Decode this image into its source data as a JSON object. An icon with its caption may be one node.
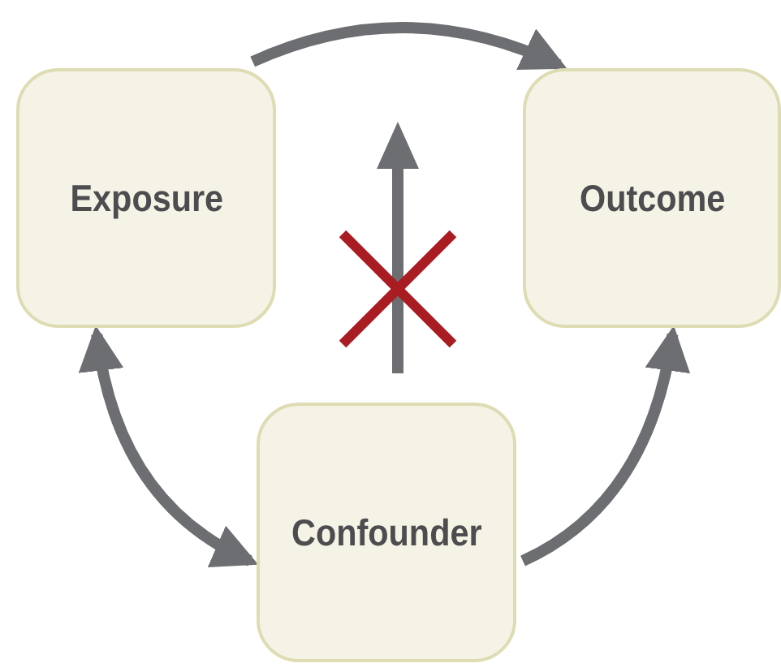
{
  "diagram": {
    "nodes": [
      {
        "text": [
          "Exposure"
        ]
      },
      {
        "text": [
          "Outcome"
        ]
      },
      {
        "text": [
          "Confounder"
        ]
      }
    ],
    "edges": [
      {
        "from": 0,
        "to": 1,
        "arrow": "to"
      },
      {
        "from": 0,
        "to": 2,
        "arrow": "both"
      },
      {
        "from": 2,
        "to": 1,
        "arrow": "to"
      }
    ]
  }
}
